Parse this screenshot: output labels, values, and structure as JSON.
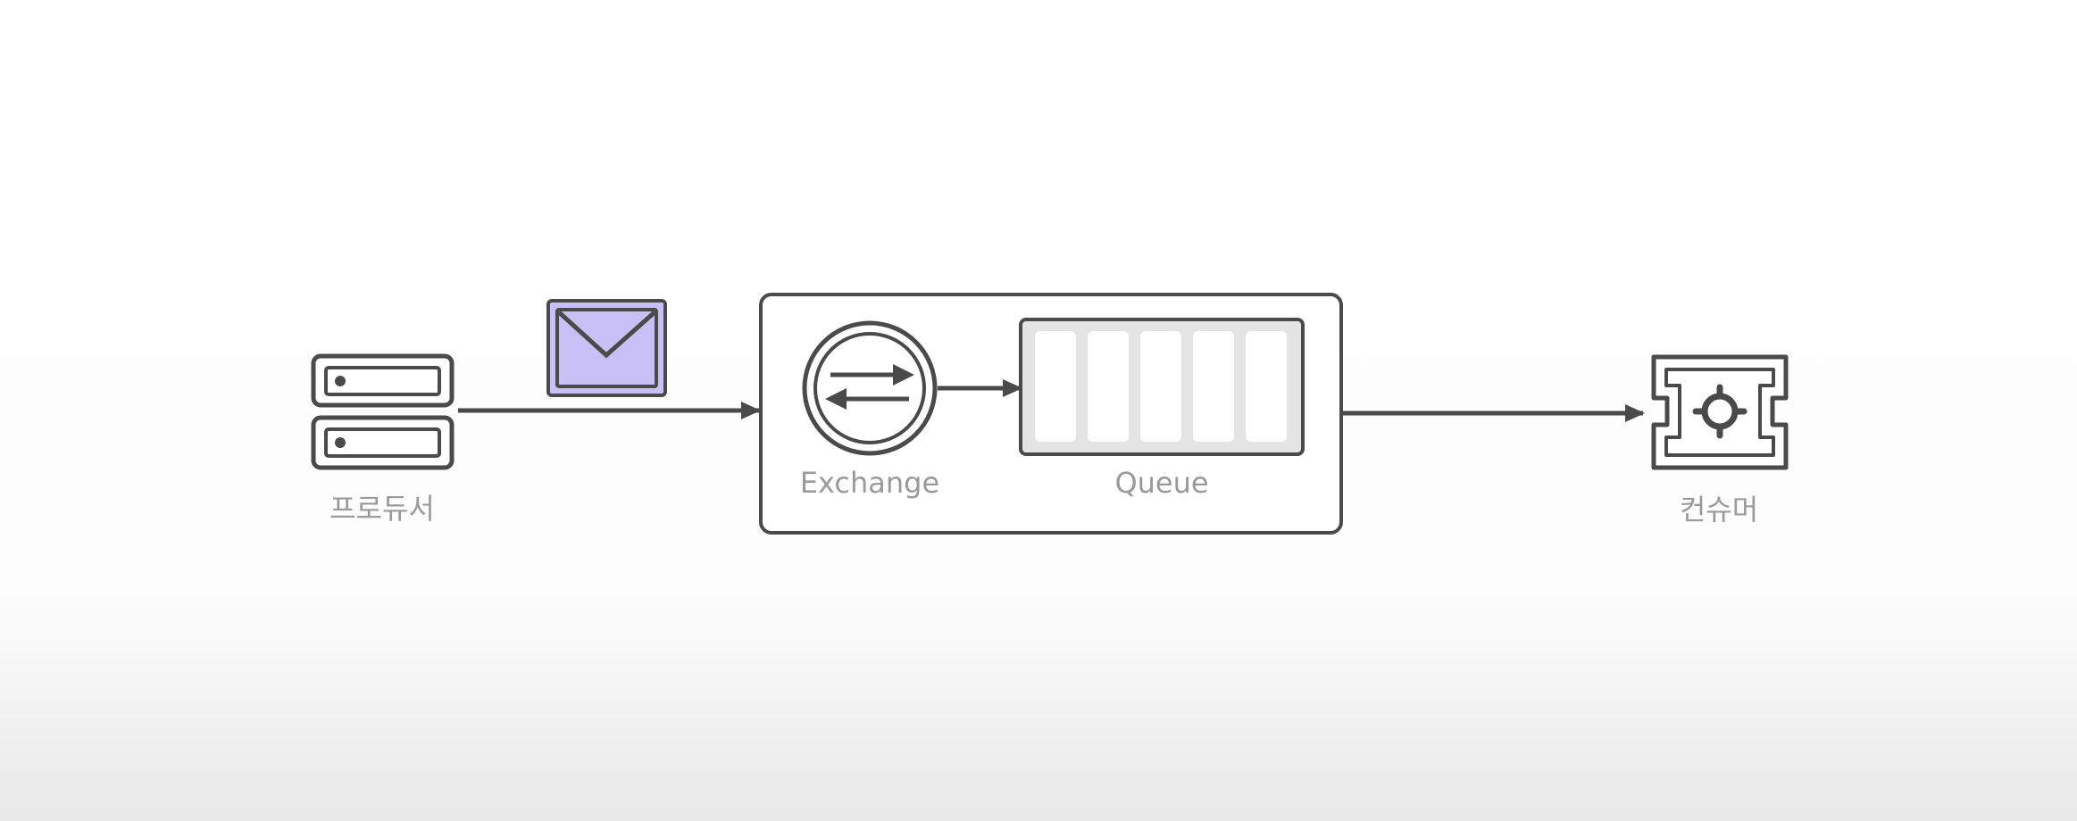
{
  "nodes": {
    "producer": {
      "label": "프로듀서"
    },
    "exchange": {
      "label": "Exchange"
    },
    "queue": {
      "label": "Queue",
      "slot_count": 5
    },
    "consumer": {
      "label": "컨슈머"
    }
  },
  "message": {
    "color": "#c9c1f6"
  },
  "colors": {
    "stroke": "#4a4a4a",
    "queue_fill": "#e4e4e4",
    "label": "#9a9a9a"
  }
}
